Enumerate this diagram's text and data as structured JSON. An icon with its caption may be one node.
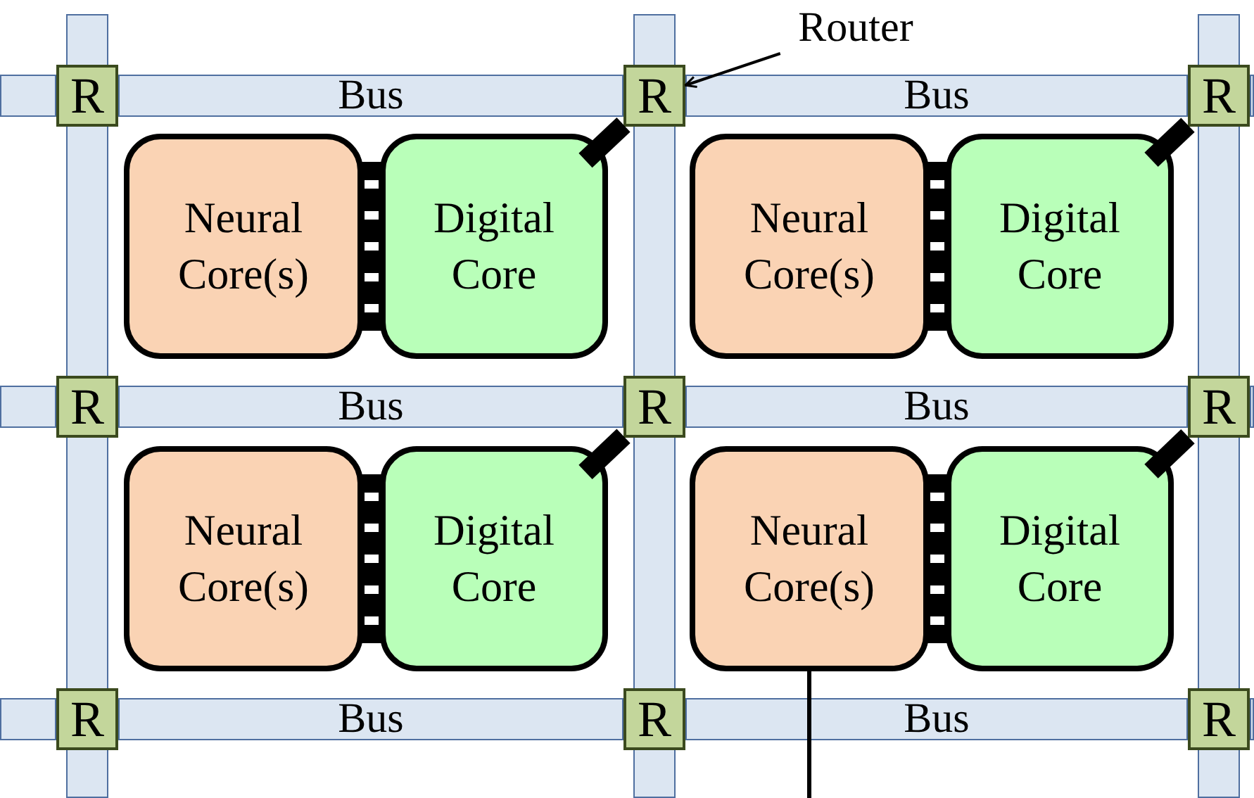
{
  "diagram": {
    "nodes": [
      {
        "text": [
          "Router"
        ]
      },
      {
        "text": [
          "R"
        ]
      },
      {
        "text": [
          "Bus"
        ]
      },
      {
        "text": [
          "R"
        ]
      },
      {
        "text": [
          "Bus"
        ]
      },
      {
        "text": [
          "R"
        ]
      },
      {
        "text": [
          "Neural Core(s)"
        ]
      },
      {
        "text": [
          "Digital Core"
        ]
      },
      {
        "text": [
          "Neural Core(s)"
        ]
      },
      {
        "text": [
          "Digital Core"
        ]
      },
      {
        "text": [
          "R"
        ]
      },
      {
        "text": [
          "Bus"
        ]
      },
      {
        "text": [
          "R"
        ]
      },
      {
        "text": [
          "Bus"
        ]
      },
      {
        "text": [
          "R"
        ]
      },
      {
        "text": [
          "Neural Core(s)"
        ]
      },
      {
        "text": [
          "Digital Core"
        ]
      },
      {
        "text": [
          "Neural Core(s)"
        ]
      },
      {
        "text": [
          "Digital Core"
        ]
      },
      {
        "text": [
          "R"
        ]
      },
      {
        "text": [
          "Bus"
        ]
      },
      {
        "text": [
          "R"
        ]
      },
      {
        "text": [
          "Bus"
        ]
      },
      {
        "text": [
          "R"
        ]
      },
      {
        "text": [],
        "shape": "bar"
      },
      {
        "text": [],
        "shape": "bar"
      },
      {
        "text": [],
        "shape": "bar"
      }
    ],
    "edges": [
      {
        "from": 0,
        "to": 3,
        "arrow": "to"
      },
      {
        "from": 6,
        "to": 7,
        "arrow": "none",
        "style": "thick"
      },
      {
        "from": 7,
        "to": 3,
        "arrow": "none"
      },
      {
        "from": 8,
        "to": 9,
        "arrow": "none",
        "style": "thick"
      },
      {
        "from": 9,
        "to": 5,
        "arrow": "none"
      },
      {
        "from": 15,
        "to": 16,
        "arrow": "none",
        "style": "thick"
      },
      {
        "from": 16,
        "to": 12,
        "arrow": "none"
      },
      {
        "from": 17,
        "to": 18,
        "arrow": "none",
        "style": "thick"
      },
      {
        "from": 18,
        "to": 14,
        "arrow": "none"
      },
      {
        "from": 17,
        "to": null,
        "arrow": "none"
      }
    ]
  }
}
